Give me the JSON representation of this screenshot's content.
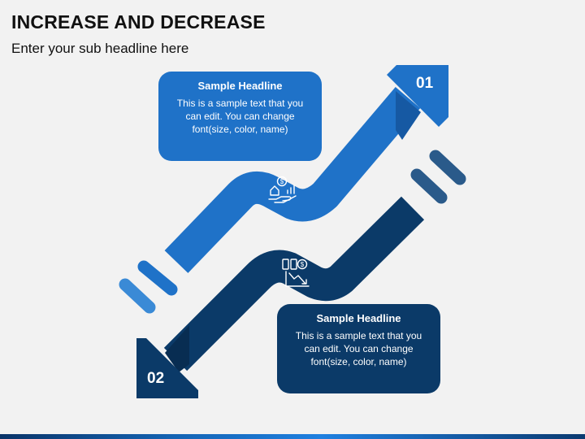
{
  "slide": {
    "title": "INCREASE AND DECREASE",
    "subtitle": "Enter your sub headline here"
  },
  "steps": [
    {
      "number": "01",
      "headline": "Sample Headline",
      "text": "This is a sample text that you can edit. You can change font(size, color, name)",
      "icon": "hand-money-house-chart-icon",
      "color": "#1f72c8"
    },
    {
      "number": "02",
      "headline": "Sample Headline",
      "text": "This is a sample text that you can edit. You can change font(size, color, name)",
      "icon": "money-decrease-chart-icon",
      "color": "#0b3a68"
    }
  ],
  "colors": {
    "background": "#f2f2f2",
    "blue": "#1f72c8",
    "blue_dark": "#1659a3",
    "navy": "#0b3a68",
    "navy_dark": "#082d52"
  }
}
